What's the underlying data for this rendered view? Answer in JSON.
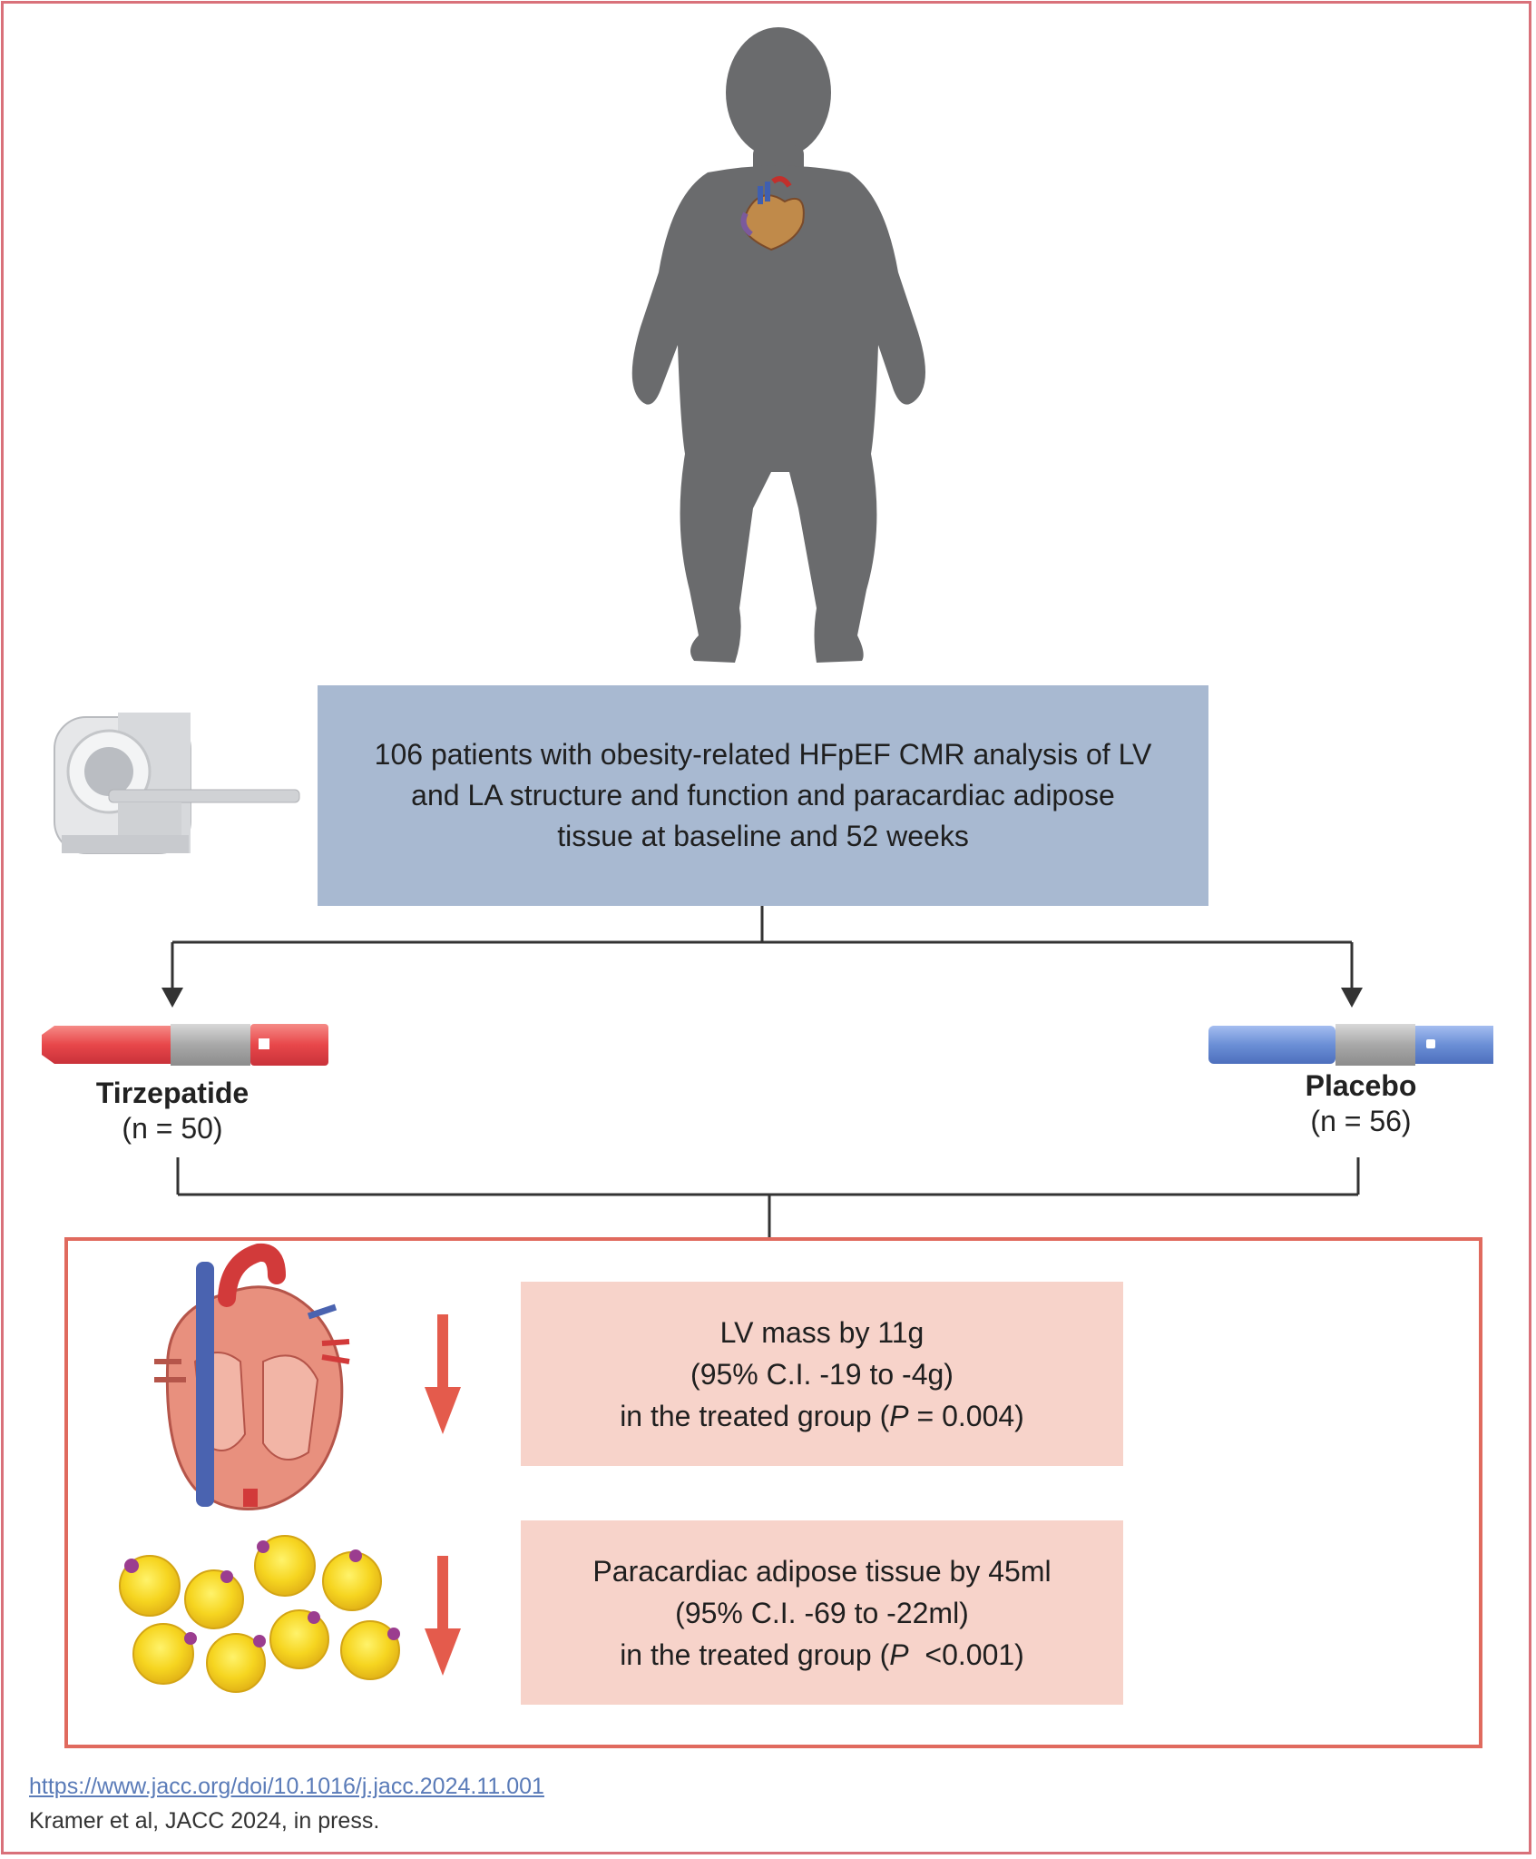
{
  "intro": {
    "text": "106 patients with obesity-related HFpEF CMR analysis of LV and LA structure and function and paracardiac adipose tissue at baseline and 52 weeks"
  },
  "arms": {
    "left": {
      "name": "Tirzepatide",
      "n": "(n = 50)",
      "pen_color": "#e8474a"
    },
    "right": {
      "name": "Placebo",
      "n": "(n = 56)",
      "pen_color": "#6b8fd6"
    }
  },
  "results": {
    "lv": {
      "line1": "LV mass by 11g",
      "line2": "(95% C.I. -19 to -4g)",
      "line3_pre": "in the treated group (",
      "p_symbol": "P",
      "line3_post": " = 0.004)",
      "direction": "decrease"
    },
    "pat": {
      "line1": "Paracardiac adipose tissue by 45ml",
      "line2": "(95% C.I. -69 to -22ml)",
      "line3_pre": "in the treated group (",
      "p_symbol": "P",
      "line3_post": "  <0.001)",
      "direction": "decrease"
    }
  },
  "footer": {
    "link": "https://www.jacc.org/doi/10.1016/j.jacc.2024.11.001",
    "citation": "Kramer et al, JACC 2024, in press."
  },
  "colors": {
    "frame": "#d9717a",
    "intro_box": "#a8b9d1",
    "result_box": "#f7d3ca",
    "arrow_down": "#e45b4c",
    "silhouette": "#6a6b6d"
  }
}
